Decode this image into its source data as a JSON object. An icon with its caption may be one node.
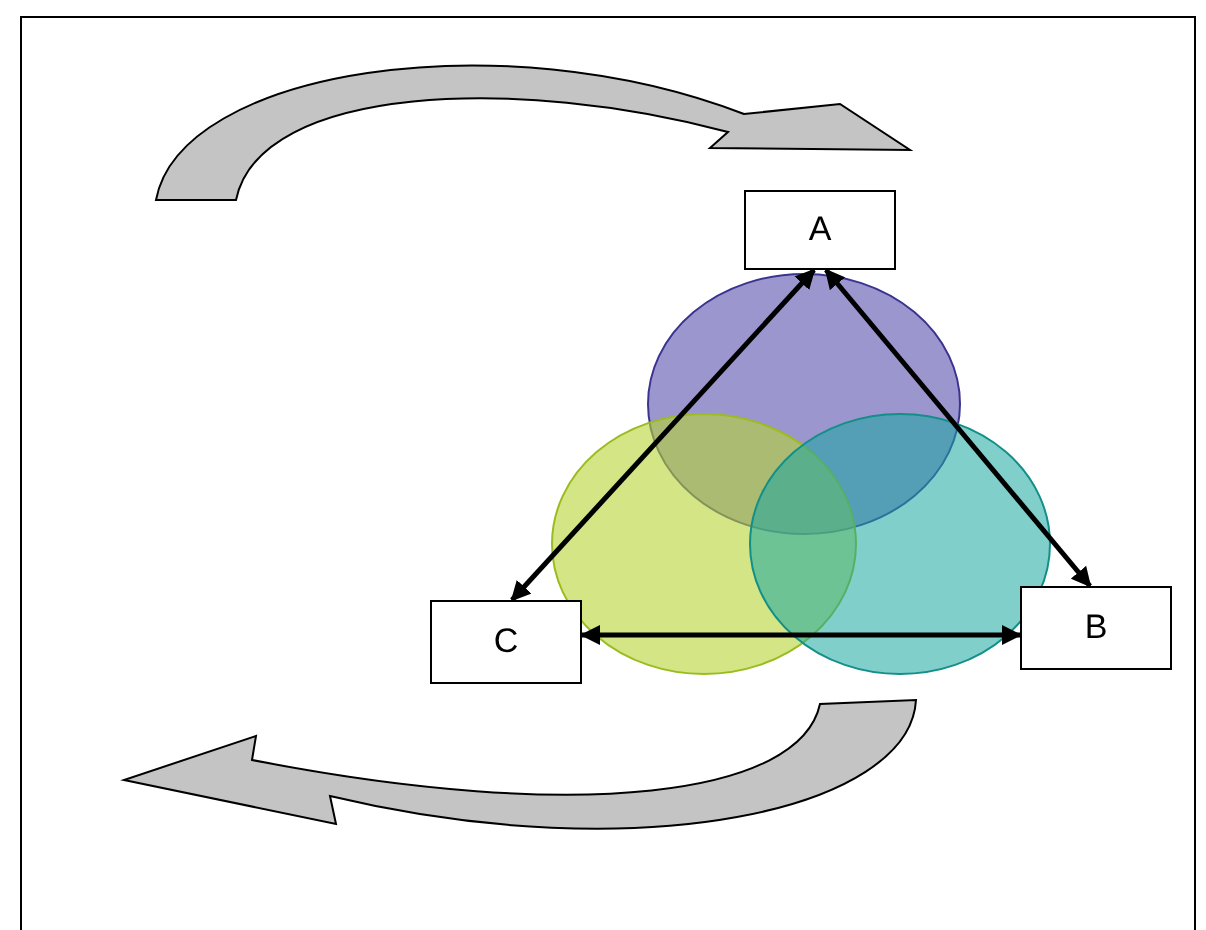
{
  "diagram": {
    "nodes": [
      {
        "text": [
          "A"
        ]
      },
      {
        "text": [
          "B"
        ]
      },
      {
        "text": [
          "C"
        ]
      }
    ],
    "edges": [
      {
        "from": 0,
        "to": 1,
        "arrow": "both"
      },
      {
        "from": 0,
        "to": 2,
        "arrow": "both"
      },
      {
        "from": 2,
        "to": 1,
        "arrow": "both"
      }
    ]
  }
}
